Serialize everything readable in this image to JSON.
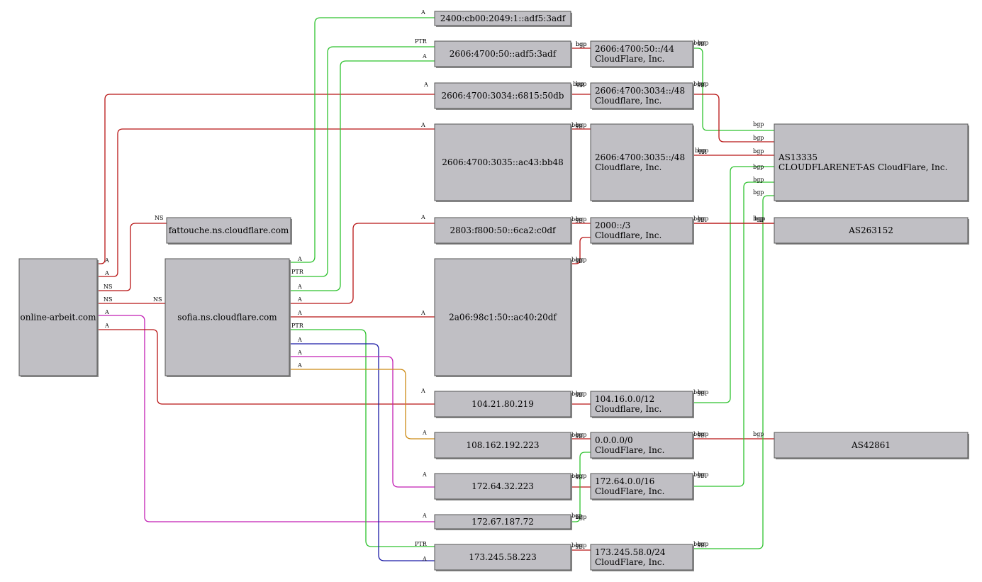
{
  "colors": {
    "red": "#b81414",
    "green": "#2ec22e",
    "magenta": "#c21fb4",
    "blue": "#1a1aa6",
    "orange": "#cc8a14",
    "node_fill": "#c0bfc4"
  },
  "nodes": [
    {
      "id": "online",
      "name": "online-arbeit.com",
      "lines": [
        "online-arbeit.com"
      ],
      "align": "center"
    },
    {
      "id": "fattouche",
      "name": "fattouche-ns",
      "lines": [
        "fattouche.ns.cloudflare.com"
      ],
      "align": "center"
    },
    {
      "id": "sofia",
      "name": "sofia-ns",
      "lines": [
        "sofia.ns.cloudflare.com"
      ],
      "align": "center"
    },
    {
      "id": "ip6_1",
      "name": "ip-2400-cb00",
      "lines": [
        "2400:cb00:2049:1::adf5:3adf"
      ],
      "align": "center"
    },
    {
      "id": "ip6_2",
      "name": "ip-2606-4700-50",
      "lines": [
        "2606:4700:50::adf5:3adf"
      ],
      "align": "center"
    },
    {
      "id": "ip6_3",
      "name": "ip-2606-4700-3034",
      "lines": [
        "2606:4700:3034::6815:50db"
      ],
      "align": "center"
    },
    {
      "id": "ip6_4",
      "name": "ip-2606-4700-3035",
      "lines": [
        "2606:4700:3035::ac43:bb48"
      ],
      "align": "center"
    },
    {
      "id": "ip6_5",
      "name": "ip-2803-f800",
      "lines": [
        "2803:f800:50::6ca2:c0df"
      ],
      "align": "center"
    },
    {
      "id": "ip6_6",
      "name": "ip-2a06-98c1",
      "lines": [
        "2a06:98c1:50::ac40:20df"
      ],
      "align": "center"
    },
    {
      "id": "ip4_1",
      "name": "ip-104-21-80-219",
      "lines": [
        "104.21.80.219"
      ],
      "align": "center"
    },
    {
      "id": "ip4_2",
      "name": "ip-108-162-192-223",
      "lines": [
        "108.162.192.223"
      ],
      "align": "center"
    },
    {
      "id": "ip4_3",
      "name": "ip-172-64-32-223",
      "lines": [
        "172.64.32.223"
      ],
      "align": "center"
    },
    {
      "id": "ip4_4",
      "name": "ip-172-67-187-72",
      "lines": [
        "172.67.187.72"
      ],
      "align": "center"
    },
    {
      "id": "ip4_5",
      "name": "ip-173-245-58-223",
      "lines": [
        "173.245.58.223"
      ],
      "align": "center"
    },
    {
      "id": "pfx1",
      "name": "prefix-2606-4700-50",
      "lines": [
        "2606:4700:50::/44",
        "CloudFlare, Inc."
      ],
      "align": "left"
    },
    {
      "id": "pfx2",
      "name": "prefix-2606-4700-3034",
      "lines": [
        "2606:4700:3034::/48",
        "Cloudflare, Inc."
      ],
      "align": "left"
    },
    {
      "id": "pfx3",
      "name": "prefix-2606-4700-3035",
      "lines": [
        "2606:4700:3035::/48",
        "Cloudflare, Inc."
      ],
      "align": "left"
    },
    {
      "id": "pfx4",
      "name": "prefix-2000",
      "lines": [
        "2000::/3",
        "Cloudflare, Inc."
      ],
      "align": "left"
    },
    {
      "id": "pfx5",
      "name": "prefix-104-16",
      "lines": [
        "104.16.0.0/12",
        "Cloudflare, Inc."
      ],
      "align": "left"
    },
    {
      "id": "pfx6",
      "name": "prefix-0-0-0-0",
      "lines": [
        "0.0.0.0/0",
        "CloudFlare, Inc."
      ],
      "align": "left"
    },
    {
      "id": "pfx7",
      "name": "prefix-172-64",
      "lines": [
        "172.64.0.0/16",
        "CloudFlare, Inc."
      ],
      "align": "left"
    },
    {
      "id": "pfx8",
      "name": "prefix-173-245-58",
      "lines": [
        "173.245.58.0/24",
        "CloudFlare, Inc."
      ],
      "align": "left"
    },
    {
      "id": "as1",
      "name": "as13335",
      "lines": [
        "AS13335",
        "CLOUDFLARENET-AS CloudFlare, Inc."
      ],
      "align": "left"
    },
    {
      "id": "as2",
      "name": "as263152",
      "lines": [
        "AS263152"
      ],
      "align": "center"
    },
    {
      "id": "as3",
      "name": "as42861",
      "lines": [
        "AS42861"
      ],
      "align": "center"
    }
  ],
  "edges": [
    {
      "color": "red",
      "label": "A"
    },
    {
      "color": "red",
      "label": "A"
    },
    {
      "color": "red",
      "label": "NS"
    },
    {
      "color": "red",
      "label": "NS"
    },
    {
      "color": "magenta",
      "label": "A"
    },
    {
      "color": "red",
      "label": "A"
    },
    {
      "color": "green",
      "label": "A"
    },
    {
      "color": "green",
      "label": "PTR"
    },
    {
      "color": "green",
      "label": "A"
    },
    {
      "color": "red",
      "label": "A"
    },
    {
      "color": "red",
      "label": "A"
    },
    {
      "color": "green",
      "label": "PTR"
    },
    {
      "color": "blue",
      "label": "A"
    },
    {
      "color": "magenta",
      "label": "A"
    },
    {
      "color": "orange",
      "label": "A"
    },
    {
      "color": "red",
      "label": "bgp"
    },
    {
      "color": "red",
      "label": "bgp"
    },
    {
      "color": "red",
      "label": "bgp"
    },
    {
      "color": "red",
      "label": "bgp"
    },
    {
      "color": "red",
      "label": "bgp"
    },
    {
      "color": "red",
      "label": "bgp"
    },
    {
      "color": "red",
      "label": "bgp"
    },
    {
      "color": "red",
      "label": "bgp"
    },
    {
      "color": "green",
      "label": "bgp"
    },
    {
      "color": "red",
      "label": "bgp"
    },
    {
      "color": "red",
      "label": "bgp"
    },
    {
      "color": "red",
      "label": "bgp"
    },
    {
      "color": "red",
      "label": "bgp"
    },
    {
      "color": "green",
      "label": "bgp"
    },
    {
      "color": "green",
      "label": "bgp"
    },
    {
      "color": "green",
      "label": "bgp"
    },
    {
      "color": "green",
      "label": "bgp"
    },
    {
      "color": "red",
      "label": "bgp"
    },
    {
      "color": "red",
      "label": "bgp"
    }
  ]
}
